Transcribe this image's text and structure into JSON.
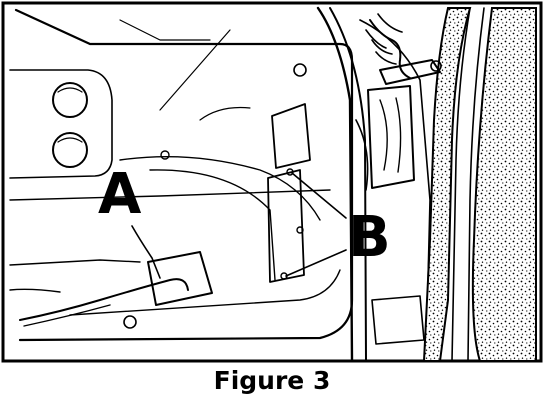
{
  "figure": {
    "caption": "Figure 3",
    "callouts": [
      {
        "id": "A",
        "label": "A"
      },
      {
        "id": "B",
        "label": "B"
      }
    ]
  },
  "colors": {
    "ink": "#000000",
    "paper": "#ffffff"
  }
}
